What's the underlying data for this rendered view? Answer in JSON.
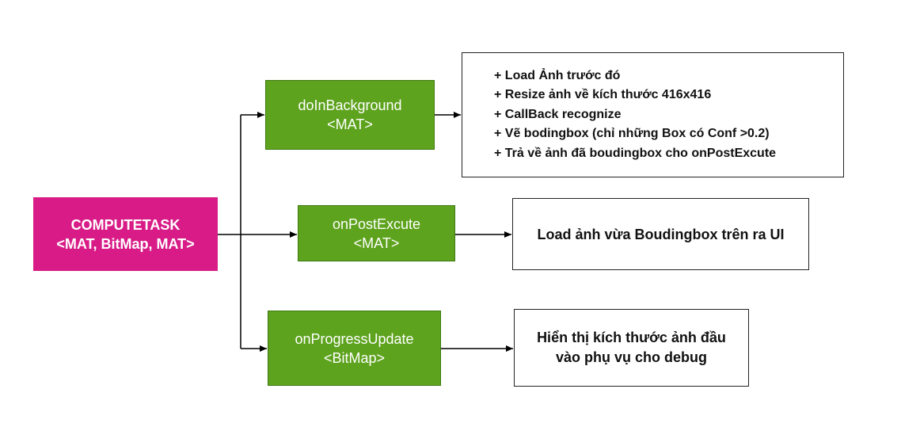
{
  "root": {
    "line1": "COMPUTETASK",
    "line2": "<MAT, BitMap, MAT>"
  },
  "methods": {
    "do_in_background": {
      "line1": "doInBackground",
      "line2": "<MAT>"
    },
    "on_post_excute": {
      "line1": "onPostExcute",
      "line2": "<MAT>"
    },
    "on_progress_update": {
      "line1": "onProgressUpdate",
      "line2": "<BitMap>"
    }
  },
  "descriptions": {
    "do_in_background": [
      "+ Load Ảnh trước đó",
      "+ Resize ảnh về kích thước 416x416",
      "+ CallBack recognize",
      "+ Vẽ bodingbox (chỉ những Box có Conf >0.2)",
      "+ Trả về ảnh đã boudingbox cho onPostExcute"
    ],
    "on_post_excute": "Load ảnh vừa Boudingbox trên ra UI",
    "on_progress_update": {
      "line1": "Hiển thị kích thước ảnh đầu",
      "line2": "vào phụ vụ cho debug"
    }
  },
  "colors": {
    "root_fill": "#d81b87",
    "method_fill": "#5ea31e",
    "method_border": "#3d7a10",
    "connector": "#000000"
  }
}
